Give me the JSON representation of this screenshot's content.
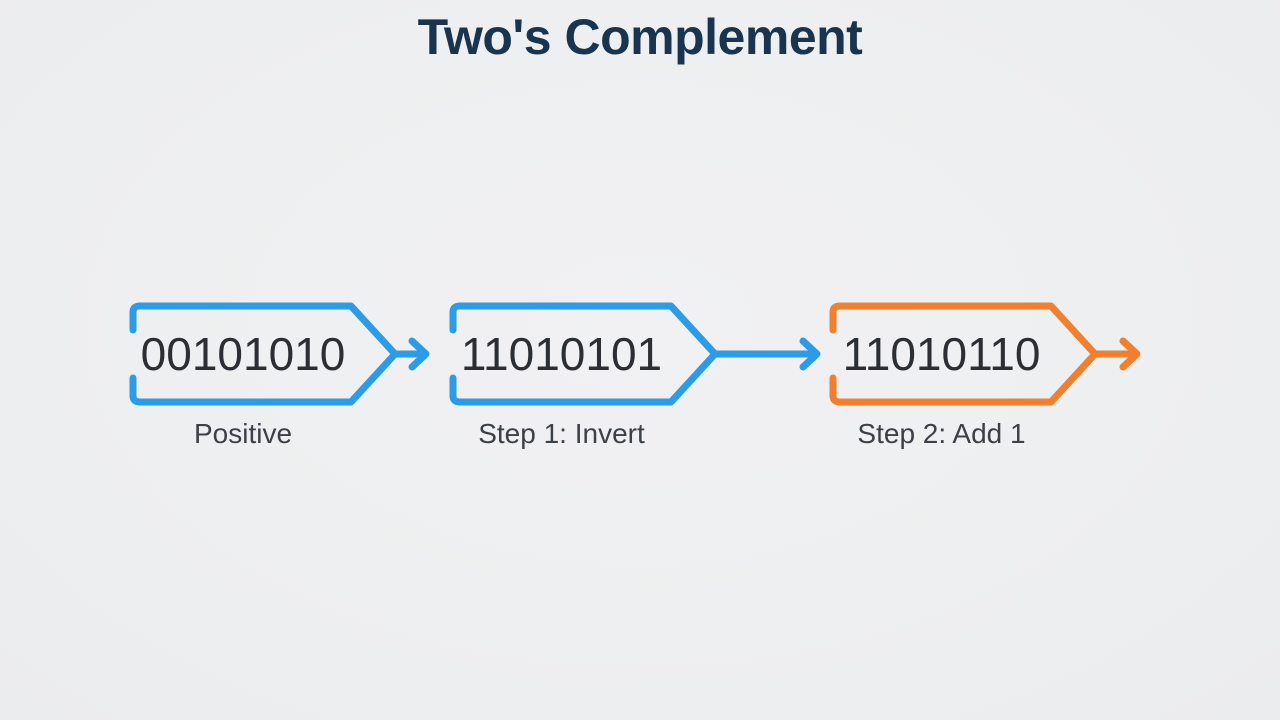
{
  "title": "Two's Complement",
  "colors": {
    "background": "#eff0f1",
    "blue": "#2d9ce8",
    "orange": "#f0802f",
    "title_text": "#18344f",
    "binary_text": "#2b2e33",
    "label_text": "#3c4047"
  },
  "steps": [
    {
      "binary": "00101010",
      "label": "Positive",
      "color": "#2d9ce8"
    },
    {
      "binary": "11010101",
      "label": "Step 1: Invert",
      "color": "#2d9ce8"
    },
    {
      "binary": "11010110",
      "label": "Step 2: Add 1",
      "color": "#f0802f"
    }
  ]
}
